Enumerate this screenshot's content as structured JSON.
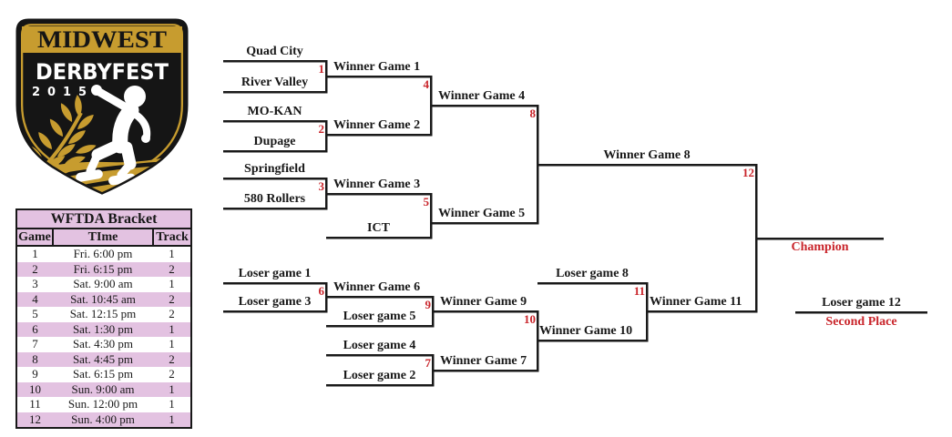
{
  "logo": {
    "line1": "MIDWEST",
    "line2": "DERBYFEST",
    "year": "2015",
    "colors": {
      "gold": "#C79C2F",
      "black": "#151515",
      "white": "#FFFFFF"
    }
  },
  "schedule": {
    "title": "WFTDA Bracket",
    "columns": [
      "Game",
      "TIme",
      "Track"
    ],
    "rows": [
      {
        "game": "1",
        "time": "Fri. 6:00 pm",
        "track": "1"
      },
      {
        "game": "2",
        "time": "Fri. 6:15 pm",
        "track": "2"
      },
      {
        "game": "3",
        "time": "Sat. 9:00 am",
        "track": "1"
      },
      {
        "game": "4",
        "time": "Sat. 10:45 am",
        "track": "2"
      },
      {
        "game": "5",
        "time": "Sat. 12:15 pm",
        "track": "2"
      },
      {
        "game": "6",
        "time": "Sat. 1:30 pm",
        "track": "1"
      },
      {
        "game": "7",
        "time": "Sat. 4:30 pm",
        "track": "1"
      },
      {
        "game": "8",
        "time": "Sat. 4:45 pm",
        "track": "2"
      },
      {
        "game": "9",
        "time": "Sat. 6:15 pm",
        "track": "2"
      },
      {
        "game": "10",
        "time": "Sun. 9:00 am",
        "track": "1"
      },
      {
        "game": "11",
        "time": "Sun. 12:00 pm",
        "track": "1"
      },
      {
        "game": "12",
        "time": "Sun. 4:00 pm",
        "track": "1"
      }
    ],
    "stripe_color": "#E3C2E1"
  },
  "bracket": {
    "colors": {
      "line": "#1A1A1A",
      "number_red": "#C9252B"
    },
    "matches": [
      {
        "num": "1",
        "slot_top": "Quad City",
        "slot_bottom": "River Valley"
      },
      {
        "num": "2",
        "slot_top": "MO-KAN",
        "slot_bottom": "Dupage"
      },
      {
        "num": "3",
        "slot_top": "Springfield",
        "slot_bottom": "580 Rollers"
      },
      {
        "num": "4",
        "slot_top": "Winner Game 1",
        "slot_bottom": "Winner Game 2"
      },
      {
        "num": "5",
        "slot_top": "Winner Game 3",
        "slot_bottom": "ICT"
      },
      {
        "num": "6",
        "slot_top": "Loser game 1",
        "slot_bottom": "Loser game 3"
      },
      {
        "num": "7",
        "slot_top": "Loser game 4",
        "slot_bottom": "Loser game 2"
      },
      {
        "num": "8",
        "slot_top": "Winner Game 4",
        "slot_bottom": "Winner Game 5"
      },
      {
        "num": "9",
        "slot_top": "Winner Game 6",
        "slot_bottom": "Loser game 5"
      },
      {
        "num": "10",
        "slot_top": "Winner Game 9",
        "slot_bottom": "Winner Game 7"
      },
      {
        "num": "11",
        "slot_top": "Loser game 8",
        "slot_bottom": "Winner Game 10"
      },
      {
        "num": "12",
        "slot_top": "Winner Game 8",
        "slot_bottom": "Winner Game 11"
      }
    ],
    "results": {
      "champion_label": "Champion",
      "second_place_label": "Second Place",
      "loser_final_label": "Loser game 12"
    }
  }
}
